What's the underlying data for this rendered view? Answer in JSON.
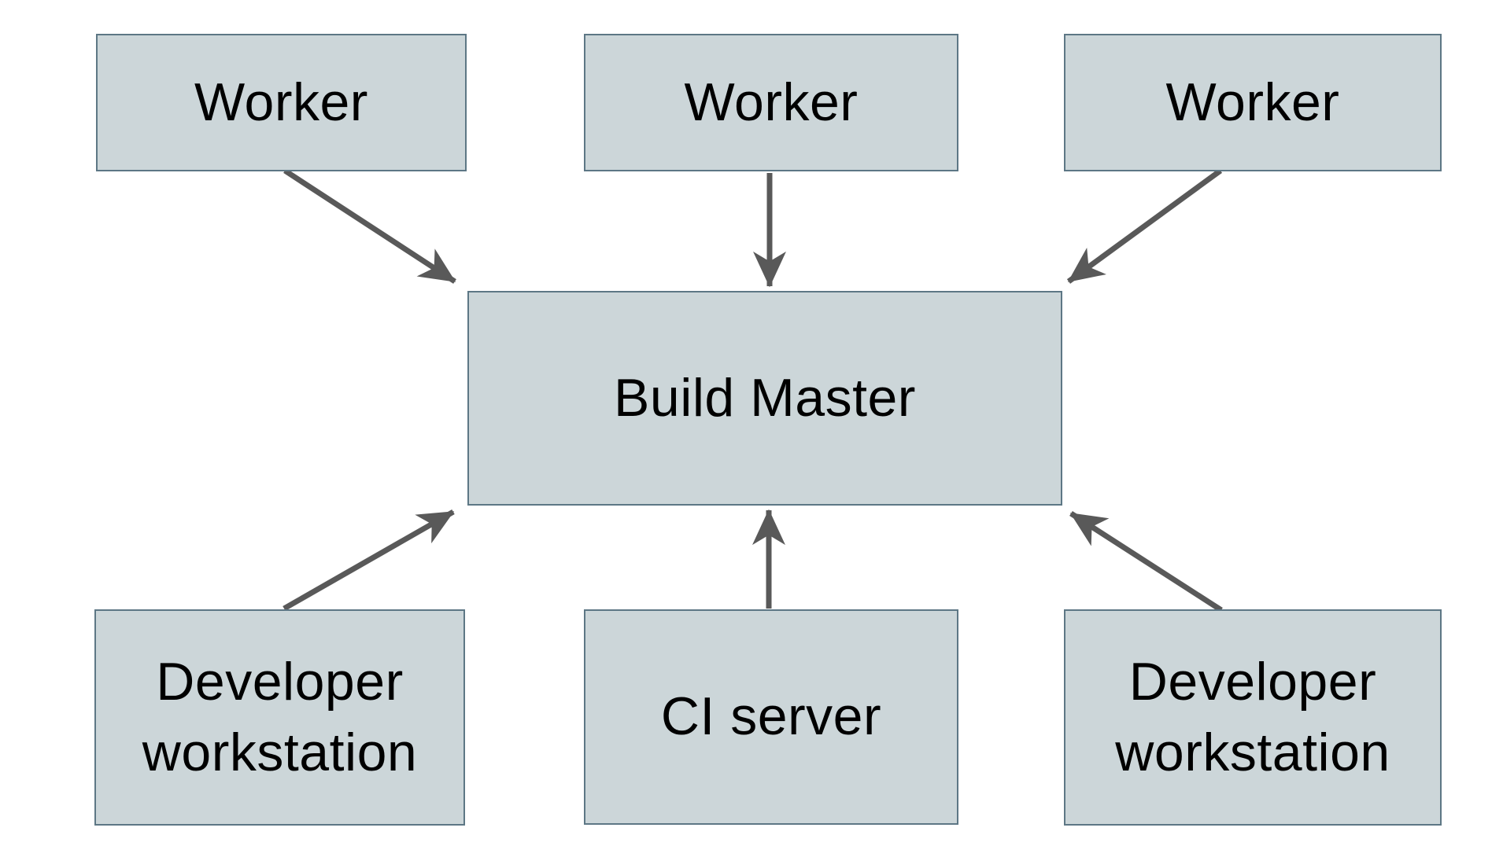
{
  "diagram": {
    "type": "architecture-diagram",
    "nodes": [
      {
        "id": "worker-1",
        "label": "Worker"
      },
      {
        "id": "worker-2",
        "label": "Worker"
      },
      {
        "id": "worker-3",
        "label": "Worker"
      },
      {
        "id": "build-master",
        "label": "Build Master"
      },
      {
        "id": "dev-left",
        "label": "Developer workstation"
      },
      {
        "id": "ci-server",
        "label": "CI server"
      },
      {
        "id": "dev-right",
        "label": "Developer workstation"
      }
    ],
    "edges": [
      {
        "from": "worker-1",
        "to": "build-master"
      },
      {
        "from": "worker-2",
        "to": "build-master"
      },
      {
        "from": "worker-3",
        "to": "build-master"
      },
      {
        "from": "dev-left",
        "to": "build-master"
      },
      {
        "from": "ci-server",
        "to": "build-master"
      },
      {
        "from": "dev-right",
        "to": "build-master"
      }
    ],
    "colors": {
      "node_fill": "#ccd6d9",
      "node_border": "#5d7785",
      "arrow": "#595959",
      "text": "#000000",
      "background": "#ffffff"
    }
  }
}
